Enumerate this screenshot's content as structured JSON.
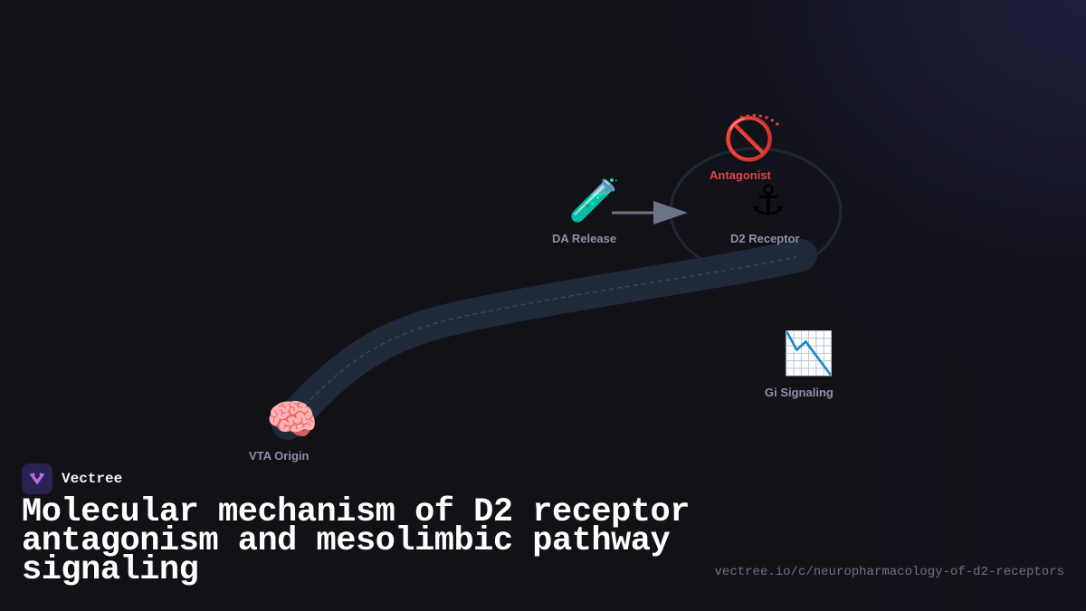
{
  "brand": {
    "name": "Vectree"
  },
  "title": "Molecular mechanism of D2 receptor antagonism and mesolimbic pathway signaling",
  "url": "vectree.io/c/neuropharmacology-of-d2-receptors",
  "nodes": {
    "vta": {
      "label": "VTA Origin",
      "icon": "brain-icon",
      "glyph": "🧠"
    },
    "da_release": {
      "label": "DA Release",
      "icon": "test-tube-icon",
      "glyph": "🧪"
    },
    "d2_receptor": {
      "label": "D2 Receptor",
      "icon": "anchor-icon",
      "glyph": "⚓"
    },
    "antagonist": {
      "label": "Antagonist",
      "icon": "no-entry-icon",
      "glyph": "🚫"
    },
    "gi_signaling": {
      "label": "Gi Signaling",
      "icon": "chart-decreasing-icon",
      "glyph": "📉"
    }
  },
  "colors": {
    "background": "#111116",
    "pathway": "#1f2a3b",
    "antagonist": "#e0454a",
    "arrow": "#6b7489",
    "label": "#8d93a6",
    "brand_logo": "#2a2250"
  }
}
